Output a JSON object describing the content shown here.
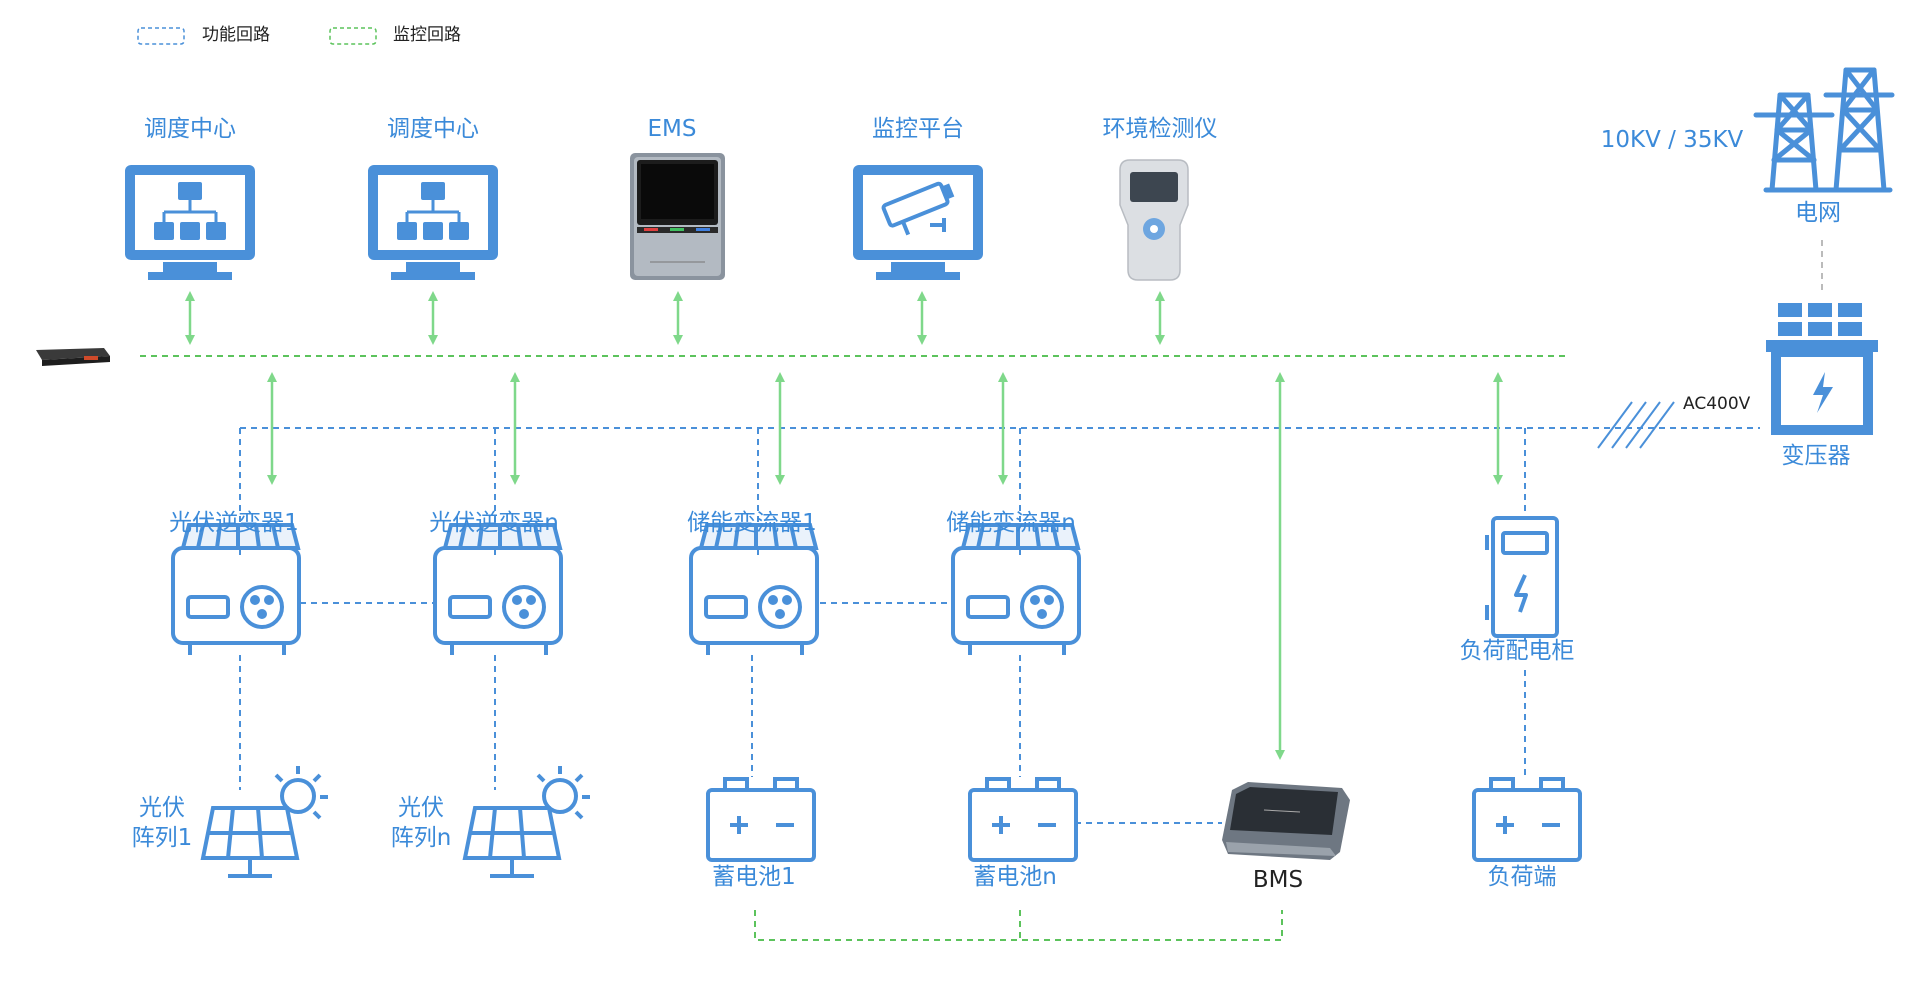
{
  "legend": {
    "functional": "功能回路",
    "monitoring": "监控回路"
  },
  "top_row": {
    "dispatch1": "调度中心",
    "dispatch2": "调度中心",
    "ems": "EMS",
    "monitor": "监控平台",
    "env": "环境检测仪"
  },
  "grid": {
    "voltage": "10KV / 35KV",
    "grid": "电网",
    "ac": "AC400V",
    "transformer": "变压器"
  },
  "middle_row": {
    "pv_inv1": "光伏逆变器1",
    "pv_invn": "光伏逆变器n",
    "pcs1": "储能变流器1",
    "pcsn": "储能变流器n",
    "load_cabinet": "负荷配电柜"
  },
  "bottom_row": {
    "pv1_line1": "光伏",
    "pv1_line2": "阵列1",
    "pvn_line1": "光伏",
    "pvn_line2": "阵列n",
    "bat1": "蓄电池1",
    "batn": "蓄电池n",
    "bms": "BMS",
    "load": "负荷端"
  },
  "colors": {
    "icon_blue": "#4a90d9",
    "functional_line": "#4a90d9",
    "monitoring_line": "#5cc35c",
    "arrow_green": "#7fd88a"
  }
}
